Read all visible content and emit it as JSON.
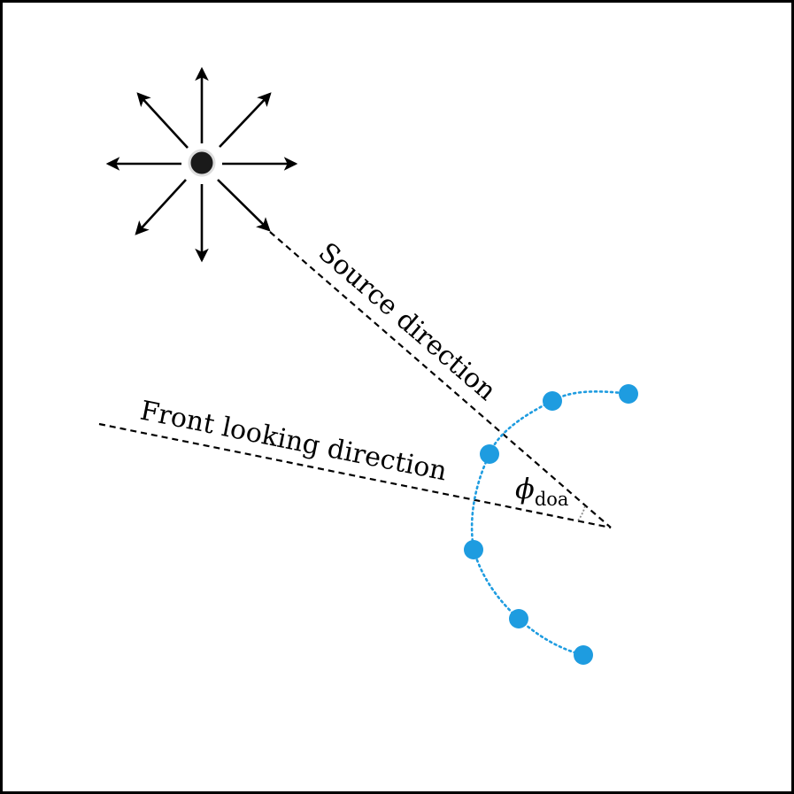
{
  "labels": {
    "source_direction": "Source direction",
    "front_direction": "Front looking direction",
    "angle_symbol": "ϕ",
    "angle_subscript": "doa"
  },
  "icons": {
    "source": "sound-source-radiating-arrows-icon",
    "microphone": "microphone-dot-icon"
  },
  "colors": {
    "ink": "#000000",
    "source_dot": "#1a1a1a",
    "mic": "#1e9ce0",
    "angle_arc": "#8a8a8a",
    "border": "#000000",
    "background": "#ffffff"
  },
  "array": {
    "microphone_count": 6
  }
}
